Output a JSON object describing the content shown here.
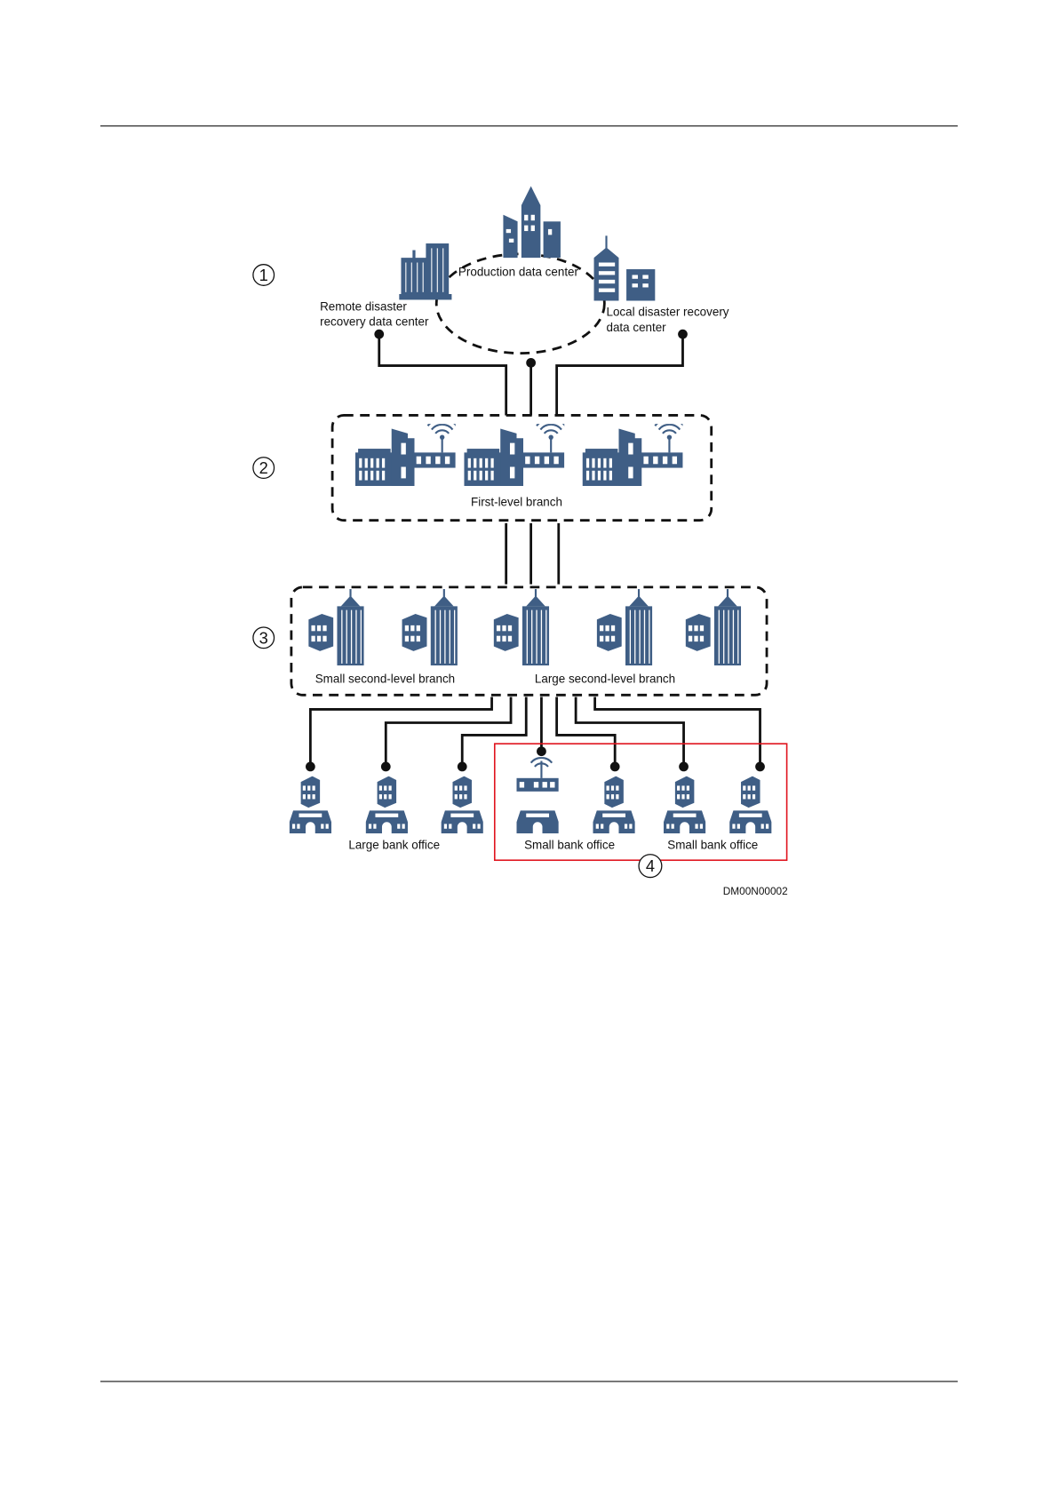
{
  "diagram": {
    "tiers": [
      {
        "marker": "①",
        "labels": [
          "Production data center",
          "Remote disaster",
          "recovery data center",
          "Local disaster recovery",
          "data center"
        ]
      },
      {
        "marker": "②",
        "labels": [
          "First-level branch"
        ]
      },
      {
        "marker": "③",
        "labels": [
          "Small second-level branch",
          "Large second-level branch"
        ]
      },
      {
        "marker": "④",
        "labels": [
          "Large bank office",
          "Small bank office",
          "Small bank office"
        ]
      }
    ],
    "figure_id": "DM00N00002",
    "colors": {
      "icon": "#3f5e85",
      "highlight": "#e0141e",
      "line": "#111111"
    }
  }
}
